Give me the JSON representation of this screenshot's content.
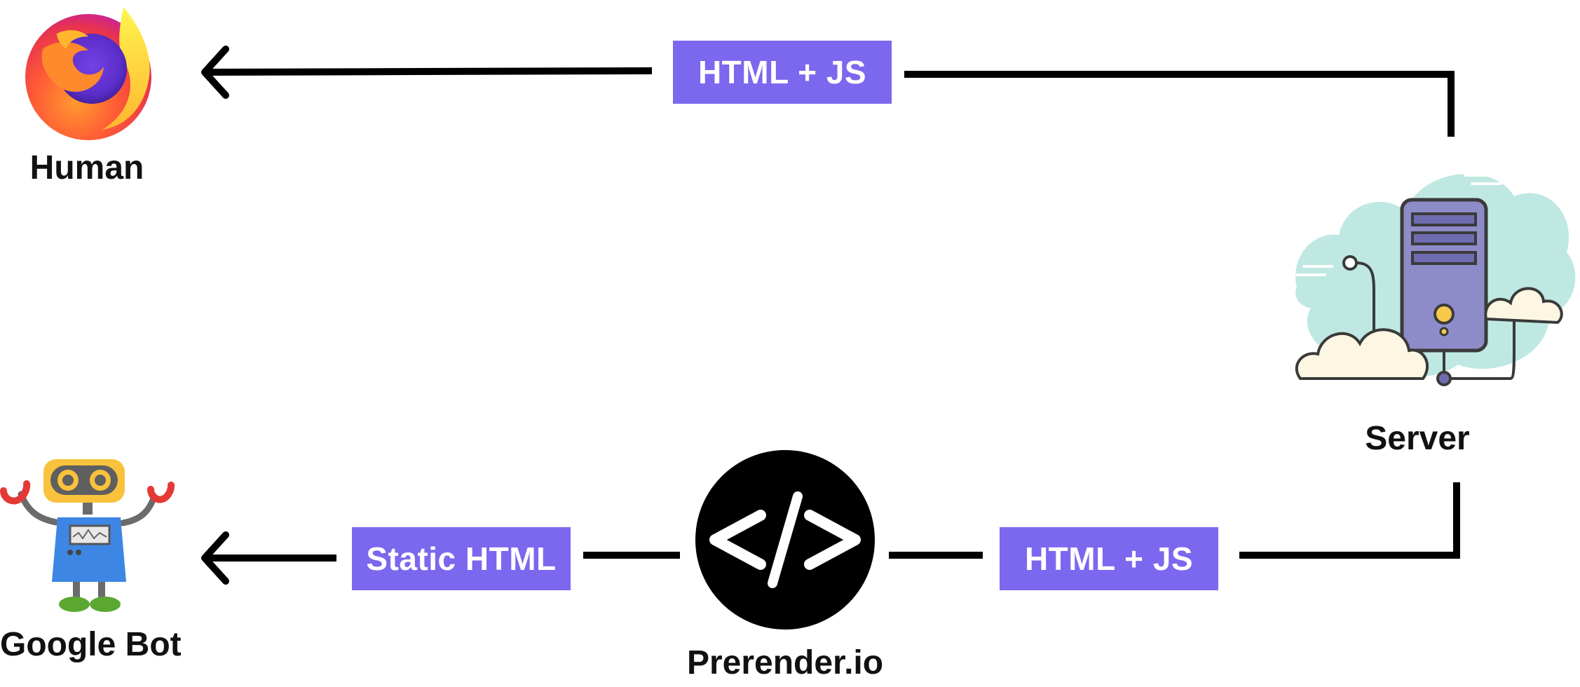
{
  "nodes": {
    "human": {
      "label": "Human",
      "icon": "firefox-browser-icon"
    },
    "google_bot": {
      "label": "Google Bot",
      "icon": "robot-icon"
    },
    "prerender": {
      "label": "Prerender.io",
      "icon": "code-brackets-icon"
    },
    "server": {
      "label": "Server",
      "icon": "server-cloud-icon"
    }
  },
  "edges": {
    "server_to_human": {
      "label": "HTML + JS"
    },
    "server_to_prerender": {
      "label": "HTML + JS"
    },
    "prerender_to_bot": {
      "label": "Static HTML"
    }
  },
  "colors": {
    "label_bg": "#7b68ee",
    "line": "#000000",
    "text": "#111111"
  }
}
